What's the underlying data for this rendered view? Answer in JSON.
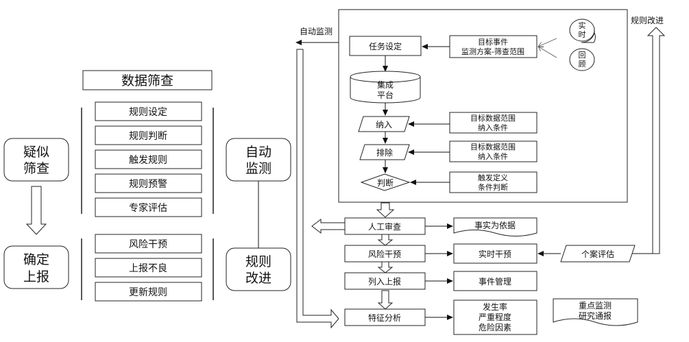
{
  "left": {
    "title": "数据筛查",
    "stage_a": [
      "疑似",
      "筛查"
    ],
    "stage_b": [
      "确定",
      "上报"
    ],
    "mode_a": [
      "自动",
      "监测"
    ],
    "mode_b": [
      "规则",
      "改进"
    ],
    "group_a": [
      "规则设定",
      "规则判断",
      "触发规则",
      "规则预警",
      "专家评估"
    ],
    "group_b": [
      "风险干预",
      "上报不良",
      "更新规则"
    ]
  },
  "right": {
    "auto_monitor": "自动监测",
    "rule_improve": "规则改进",
    "task_setting": "任务设定",
    "target_event": [
      "目标事件",
      "监测方案-筛查范围"
    ],
    "realtime": [
      "实",
      "时"
    ],
    "review": [
      "回",
      "顾"
    ],
    "platform": [
      "集成",
      "平台"
    ],
    "include": "纳入",
    "exclude": "排除",
    "judge": "判断",
    "include_cond": [
      "目标数据范围",
      "纳入条件"
    ],
    "exclude_cond": [
      "目标数据范围",
      "纳入条件"
    ],
    "trigger_cond": [
      "触发定义",
      "条件判断"
    ],
    "manual_review": "人工审查",
    "fact_basis": "事实为依据",
    "risk_intervene": "风险干预",
    "realtime_intervene": "实时干预",
    "case_eval": "个案评估",
    "list_report": "列入上报",
    "event_mgmt": "事件管理",
    "feature_analysis": "特征分析",
    "feature_out": [
      "发生率",
      "严重程度",
      "危险因素"
    ],
    "report_doc": [
      "重点监测",
      "研究通报"
    ]
  }
}
